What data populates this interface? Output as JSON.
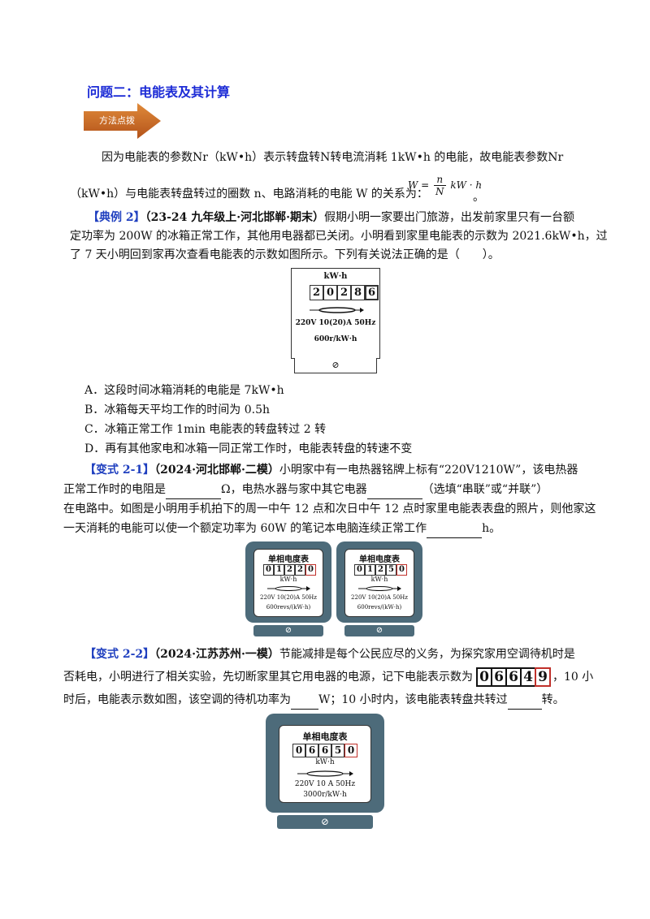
{
  "section": {
    "title": "问题二：电能表及其计算"
  },
  "method_badge": {
    "label": "方法点拨"
  },
  "intro": {
    "line1": "因为电能表的参数Nr（kW•h）表示转盘转N转电流消耗 1kW•h 的电能，故电能表参数Nr",
    "line2": "（kW•h）与电能表转盘转过的圈数 n、电路消耗的电能 W 的关系为：",
    "formula_lhs": "W =",
    "formula_num": "n",
    "formula_den": "N",
    "formula_rhs": "kW · h",
    "line2_end": "。"
  },
  "example2": {
    "tag": "【典例 2】",
    "source": "（23-24 九年级上·河北邯郸·期末）",
    "line1": "假期小明一家要出门旅游，出发前家里只有一台额",
    "line2": "定功率为 200W 的冰箱正常工作，其他用电器都已关闭。小明看到家里电能表的示数为 2021.6kW•h，过",
    "line3": "了 7 天小明回到家再次查看电能表的示数如图所示。下列有关说法正确的是（　　）。",
    "meter": {
      "unit": "kW·h",
      "digits": [
        "2",
        "0",
        "2",
        "8",
        "6"
      ],
      "spec1": "220V  10(20)A  50Hz",
      "spec2": "600r/kW·h",
      "knob": "⊘"
    },
    "options": [
      "A．这段时间冰箱消耗的电能是 7kW•h",
      "B．冰箱每天平均工作的时间为 0.5h",
      "C．冰箱正常工作 1min 电能表的转盘转过 2 转",
      "D．再有其他家电和冰箱一同正常工作时，电能表转盘的转速不变"
    ]
  },
  "variant21": {
    "tag": "【变式 2-1】",
    "source": "（2024·河北邯郸·二模）",
    "line1": "小明家中有一电热器铭牌上标有“220V1210W”，该电热器",
    "line2a": "正常工作时的电阻是",
    "line2b": "Ω，电热水器与家中其它电器",
    "line2c": "（选填“串联”或“并联”）",
    "line3": "在电路中。如图是小明用手机拍下的周一中午 12 点和次日中午 12 点时家里电能表表盘的照片，则他家这",
    "line4a": "一天消耗的电能可以使一个额定功率为 60W 的笔记本电脑连续正常工作",
    "line4b": "h。",
    "meters": [
      {
        "title": "单相电度表",
        "digits": [
          "0",
          "1",
          "2",
          "2",
          "0"
        ],
        "unit": "kW·h",
        "spec1": "220V 10(20)A 50Hz",
        "spec2": "600revs/(kW·h)",
        "knob": "⊘"
      },
      {
        "title": "单相电度表",
        "digits": [
          "0",
          "1",
          "2",
          "5",
          "0"
        ],
        "unit": "kW·h",
        "spec1": "220V 10(20)A 50Hz",
        "spec2": "600revs/(kW·h)",
        "knob": "⊘"
      }
    ]
  },
  "variant22": {
    "tag": "【变式 2-2】",
    "source": "（2024·江苏苏州·一模）",
    "line1": "节能减排是每个公民应尽的义务，为探究家用空调待机时是",
    "line2a": "否耗电，小明进行了相关实验，先切断家里其它用电器的电源，记下电能表示数为",
    "line2_digits": [
      "0",
      "6",
      "6",
      "4",
      "9"
    ],
    "line2b": "，10 小",
    "line3a": "时后，电能表示数如图，该空调的待机功率为",
    "line3b": "W；10 小时内，该电能表转盘共转过",
    "line3c": "转。",
    "meter": {
      "title": "单相电度表",
      "digits": [
        "0",
        "6",
        "6",
        "5",
        "0"
      ],
      "unit": "kW·h",
      "spec1": "220V   10 A   50Hz",
      "spec2": "3000r/kW·h",
      "knob": "⊘"
    }
  },
  "colors": {
    "title_blue": "#1c2bd6",
    "tag_blue": "#1f3fbf",
    "badge_orange": "#c8661f",
    "meter_gray": "#4d6b7a",
    "digit_red": "#c0302a"
  }
}
